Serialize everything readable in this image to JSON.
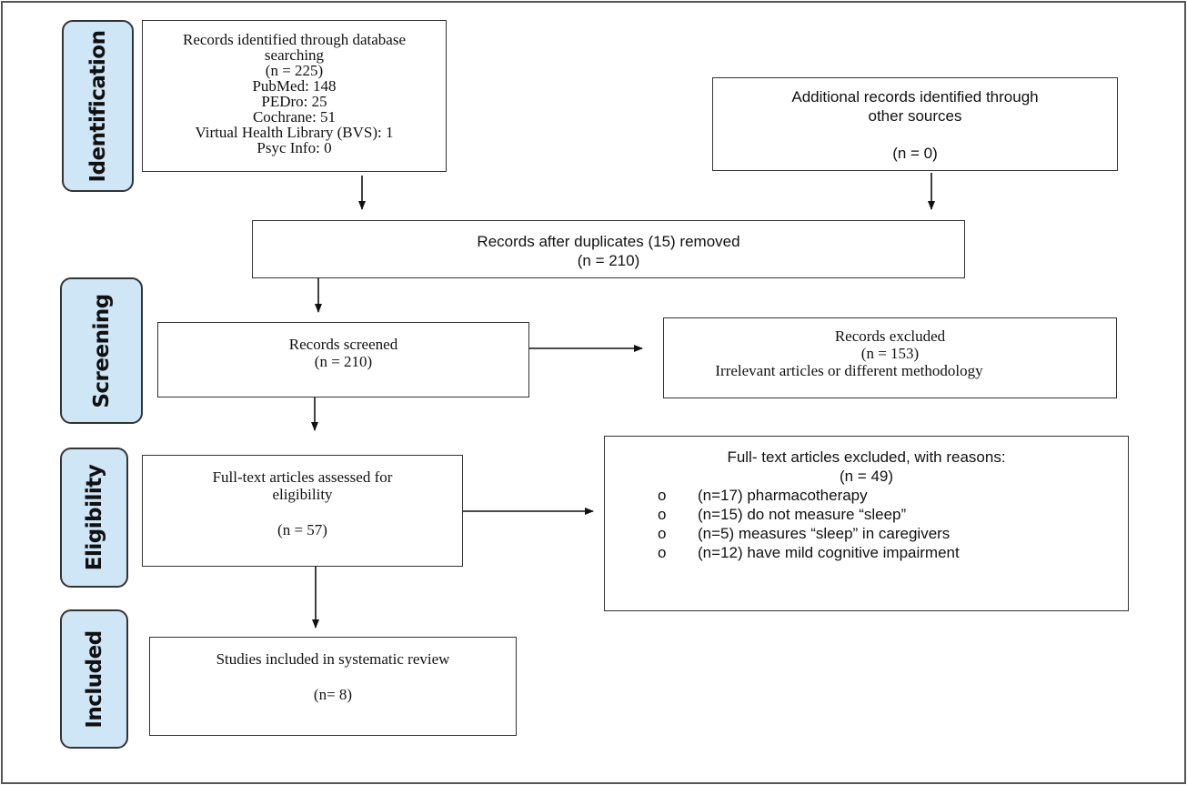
{
  "phases": {
    "identification": "Identification",
    "screening": "Screening",
    "eligibility": "Eligibility",
    "included": "Included"
  },
  "boxes": {
    "database_search": {
      "lines": [
        "Records identified through database",
        "searching",
        "(n = 225)",
        "PubMed: 148",
        "PEDro: 25",
        "Cochrane: 51",
        "Virtual Health Library (BVS): 1",
        "Psyc Info: 0"
      ]
    },
    "other_sources": {
      "lines": [
        "Additional records identified through",
        "other sources",
        "(n = 0)"
      ]
    },
    "after_duplicates": {
      "lines": [
        "Records after duplicates (15) removed",
        "(n = 210)"
      ]
    },
    "screened": {
      "lines": [
        "Records screened",
        "(n = 210)"
      ]
    },
    "excluded": {
      "lines": [
        "Records excluded",
        "(n = 153)",
        "Irrelevant articles or different methodology"
      ]
    },
    "full_text_assessed": {
      "lines": [
        "Full-text articles assessed for",
        "eligibility",
        "(n = 57)"
      ]
    },
    "full_text_excluded": {
      "title": "Full- text articles excluded, with reasons:",
      "count": "(n = 49)",
      "bullet": "o",
      "reasons": [
        "(n=17) pharmacotherapy",
        "(n=15) do not measure “sleep”",
        "(n=5) measures “sleep” in caregivers",
        "(n=12) have mild cognitive impairment"
      ]
    },
    "included_studies": {
      "lines": [
        "Studies included in systematic review",
        "(n= 8)"
      ]
    }
  },
  "colors": {
    "phase_fill": "#cfe6f7",
    "line": "#111111"
  }
}
